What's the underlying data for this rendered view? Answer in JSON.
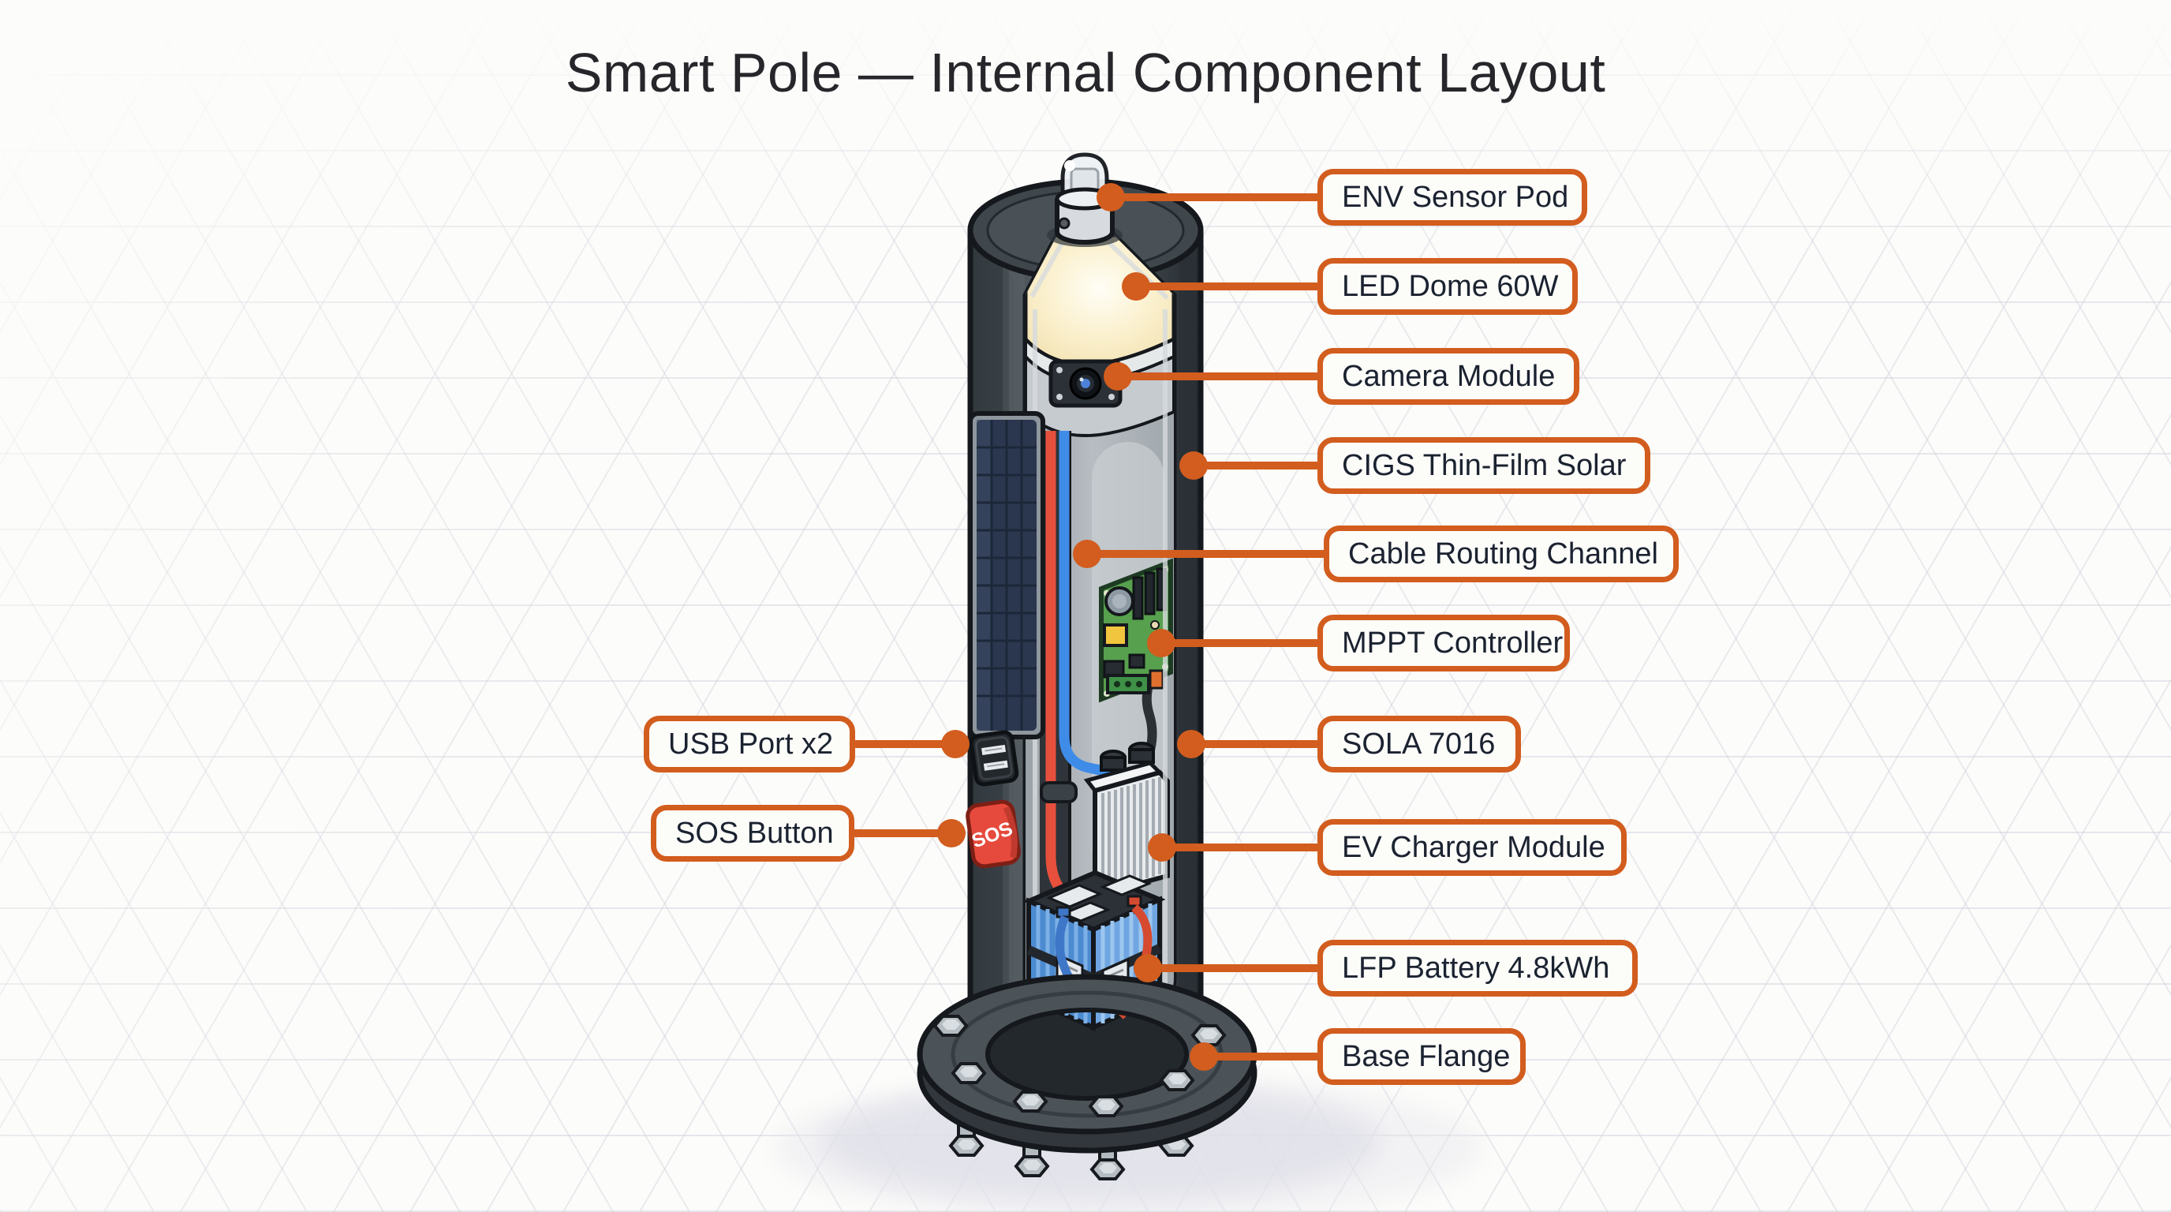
{
  "title": "Smart Pole — Internal Component Layout",
  "callouts": [
    {
      "label": "ENV Sensor Pod",
      "side": "right"
    },
    {
      "label": "LED Dome 60W",
      "side": "right"
    },
    {
      "label": "Camera Module",
      "side": "right"
    },
    {
      "label": "CIGS Thin-Film Solar",
      "side": "right"
    },
    {
      "label": "Cable Routing Channel",
      "side": "right"
    },
    {
      "label": "MPPT Controller",
      "side": "right"
    },
    {
      "label": "SOLA 7016",
      "side": "right"
    },
    {
      "label": "EV Charger Module",
      "side": "right"
    },
    {
      "label": "LFP Battery 4.8kWh",
      "side": "right"
    },
    {
      "label": "Base Flange",
      "side": "right"
    },
    {
      "label": "USB Port x2",
      "side": "left"
    },
    {
      "label": "SOS Button",
      "side": "left"
    }
  ],
  "pole": {
    "sos_label": "SOS"
  },
  "theme": {
    "accent_orange": "#d25d1e",
    "callout_bg": "#fcfcf9",
    "label_text": "#1b2230",
    "pole_gray": "#4b5258",
    "solar_navy": "#2b374f",
    "led_cream": "#f9eecb",
    "sos_red": "#e64a3c",
    "battery_blue": "#4c8bd0",
    "pcb_green": "#57a04e",
    "cable_red": "#e6503c",
    "cable_blue": "#3f8ce8",
    "background": "#fbfbf8"
  }
}
